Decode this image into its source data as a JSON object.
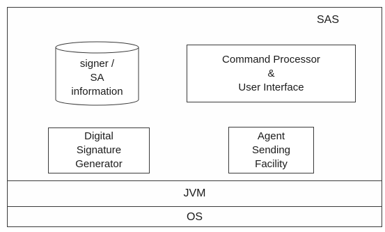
{
  "diagram": {
    "container_label": "SAS",
    "database": {
      "lines": [
        "signer /",
        "SA",
        "information"
      ]
    },
    "command_processor": {
      "lines": [
        "Command Processor",
        "&",
        "User Interface"
      ]
    },
    "signature_generator": {
      "lines": [
        "Digital",
        "Signature",
        "Generator"
      ]
    },
    "agent_sending": {
      "lines": [
        "Agent",
        "Sending",
        "Facility"
      ]
    },
    "layers": {
      "jvm": "JVM",
      "os": "OS"
    }
  }
}
